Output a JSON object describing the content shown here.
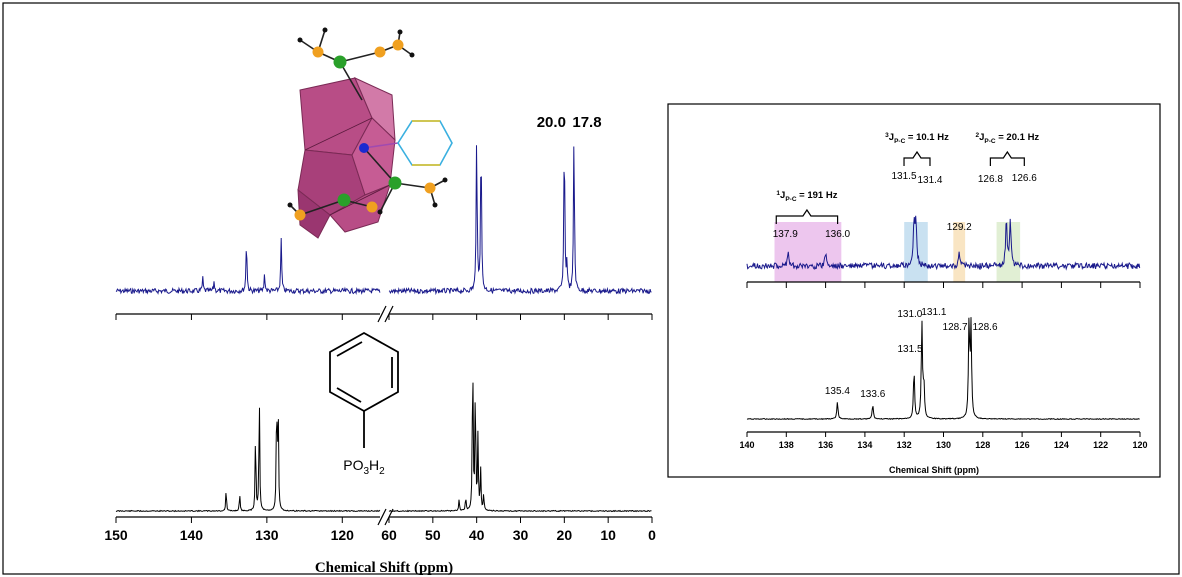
{
  "figure": {
    "left_xlabel": "Chemical Shift (ppm)",
    "inset_xlabel": "Chemical Shift (ppm)",
    "formula": {
      "base": "PO",
      "sub1": "3",
      "mid": "H",
      "sub2": "2"
    }
  },
  "colors": {
    "top_trace": "#1a1a8c",
    "bottom_trace": "#000000",
    "polyhedra": "#b84d86",
    "phosphorus": "#f0a020",
    "tungsten": "#2aa02a",
    "nitrogen": "#1a2ad0",
    "ring": "#3ab0e0",
    "highlight_pink": "#e9b8ea",
    "highlight_blue": "#bcd9ee",
    "highlight_orange": "#f7dfb4",
    "highlight_green": "#d9ebc9"
  },
  "chart_data": [
    {
      "type": "line",
      "panel": "top-left",
      "axis_break": [
        60,
        115
      ],
      "xlim": [
        150,
        0
      ],
      "xticks": [
        150,
        140,
        130,
        120,
        60,
        50,
        40,
        30,
        20,
        10,
        0
      ],
      "tick_labels_shown": false,
      "series": [
        {
          "peaks": [
            {
              "x": 138.5,
              "h": 0.08
            },
            {
              "x": 137.0,
              "h": 0.06
            },
            {
              "x": 132.7,
              "h": 0.33
            },
            {
              "x": 130.3,
              "h": 0.11
            },
            {
              "x": 128.1,
              "h": 0.33
            },
            {
              "x": 40.0,
              "h": 1.0
            },
            {
              "x": 39.0,
              "h": 1.0
            },
            {
              "x": 20.0,
              "h": 1.0
            },
            {
              "x": 19.4,
              "h": 0.18
            },
            {
              "x": 17.8,
              "h": 1.0
            }
          ]
        }
      ],
      "peak_labels": [
        {
          "x": 20.0,
          "text": "20.0"
        },
        {
          "x": 17.8,
          "text": "17.8"
        }
      ]
    },
    {
      "type": "line",
      "panel": "bottom-left",
      "axis_break": [
        60,
        115
      ],
      "xlim": [
        150,
        0
      ],
      "xticks": [
        150,
        140,
        130,
        120,
        60,
        50,
        40,
        30,
        20,
        10,
        0
      ],
      "tick_labels": [
        "150",
        "140",
        "130",
        "120",
        "60",
        "50",
        "40",
        "30",
        "20",
        "10",
        "0"
      ],
      "xlabel": "Chemical Shift (ppm)",
      "series": [
        {
          "peaks": [
            {
              "x": 135.4,
              "h": 0.13
            },
            {
              "x": 133.6,
              "h": 0.1
            },
            {
              "x": 131.5,
              "h": 0.48
            },
            {
              "x": 131.0,
              "h": 0.7
            },
            {
              "x": 128.7,
              "h": 0.7
            },
            {
              "x": 128.5,
              "h": 0.62
            },
            {
              "x": 44.0,
              "h": 0.07
            },
            {
              "x": 42.5,
              "h": 0.08
            },
            {
              "x": 40.9,
              "h": 1.0
            },
            {
              "x": 40.3,
              "h": 0.78
            },
            {
              "x": 39.7,
              "h": 0.45
            },
            {
              "x": 39.1,
              "h": 0.25
            },
            {
              "x": 38.4,
              "h": 0.1
            }
          ]
        }
      ]
    },
    {
      "type": "line",
      "panel": "inset-top",
      "xlim": [
        140,
        120
      ],
      "xticks": [
        140,
        138,
        136,
        134,
        132,
        130,
        128,
        126,
        124,
        122,
        120
      ],
      "series": [
        {
          "peaks": [
            {
              "x": 137.9,
              "h": 0.18
            },
            {
              "x": 136.0,
              "h": 0.15
            },
            {
              "x": 131.5,
              "h": 0.52
            },
            {
              "x": 131.4,
              "h": 0.48
            },
            {
              "x": 129.2,
              "h": 0.14
            },
            {
              "x": 126.8,
              "h": 0.5
            },
            {
              "x": 126.6,
              "h": 0.5
            }
          ]
        }
      ],
      "peak_labels": [
        {
          "x": 137.9,
          "text": "137.9"
        },
        {
          "x": 136.0,
          "text": "136.0"
        },
        {
          "x": 131.5,
          "text": "131.5"
        },
        {
          "x": 131.4,
          "text": "131.4"
        },
        {
          "x": 129.2,
          "text": "129.2"
        },
        {
          "x": 126.8,
          "text": "126.8"
        },
        {
          "x": 126.6,
          "text": "126.6"
        }
      ],
      "highlights": [
        {
          "from": 138.6,
          "to": 135.2,
          "color": "pink"
        },
        {
          "from": 132.0,
          "to": 130.8,
          "color": "blue"
        },
        {
          "from": 129.5,
          "to": 128.9,
          "color": "orange"
        },
        {
          "from": 127.3,
          "to": 126.1,
          "color": "green"
        }
      ],
      "couplings": [
        {
          "sup": "1",
          "sub": "P-C",
          "value": "= 191 Hz",
          "from": 137.9,
          "to": 136.0
        },
        {
          "sup": "3",
          "sub": "P-C",
          "value": "= 10.1 Hz",
          "from": 131.5,
          "to": 131.4
        },
        {
          "sup": "2",
          "sub": "P-C",
          "value": "= 20.1 Hz",
          "from": 126.8,
          "to": 126.6
        }
      ]
    },
    {
      "type": "line",
      "panel": "inset-bottom",
      "xlim": [
        140,
        120
      ],
      "xticks": [
        140,
        138,
        136,
        134,
        132,
        130,
        128,
        126,
        124,
        122,
        120
      ],
      "tick_labels": [
        "140",
        "138",
        "136",
        "134",
        "132",
        "130",
        "128",
        "126",
        "124",
        "122",
        "120"
      ],
      "xlabel": "Chemical Shift (ppm)",
      "series": [
        {
          "peaks": [
            {
              "x": 135.4,
              "h": 0.18
            },
            {
              "x": 133.6,
              "h": 0.15
            },
            {
              "x": 131.5,
              "h": 0.51
            },
            {
              "x": 131.1,
              "h": 1.0
            },
            {
              "x": 131.0,
              "h": 0.35
            },
            {
              "x": 128.7,
              "h": 1.0
            },
            {
              "x": 128.6,
              "h": 0.95
            }
          ]
        }
      ],
      "peak_labels": [
        {
          "x": 135.4,
          "text": "135.4"
        },
        {
          "x": 133.6,
          "text": "133.6"
        },
        {
          "x": 131.5,
          "text": "131.5"
        },
        {
          "x": 131.0,
          "text": "131.0"
        },
        {
          "x": 131.1,
          "text": "131.1"
        },
        {
          "x": 128.7,
          "text": "128.7"
        },
        {
          "x": 128.6,
          "text": "128.6"
        }
      ]
    }
  ]
}
